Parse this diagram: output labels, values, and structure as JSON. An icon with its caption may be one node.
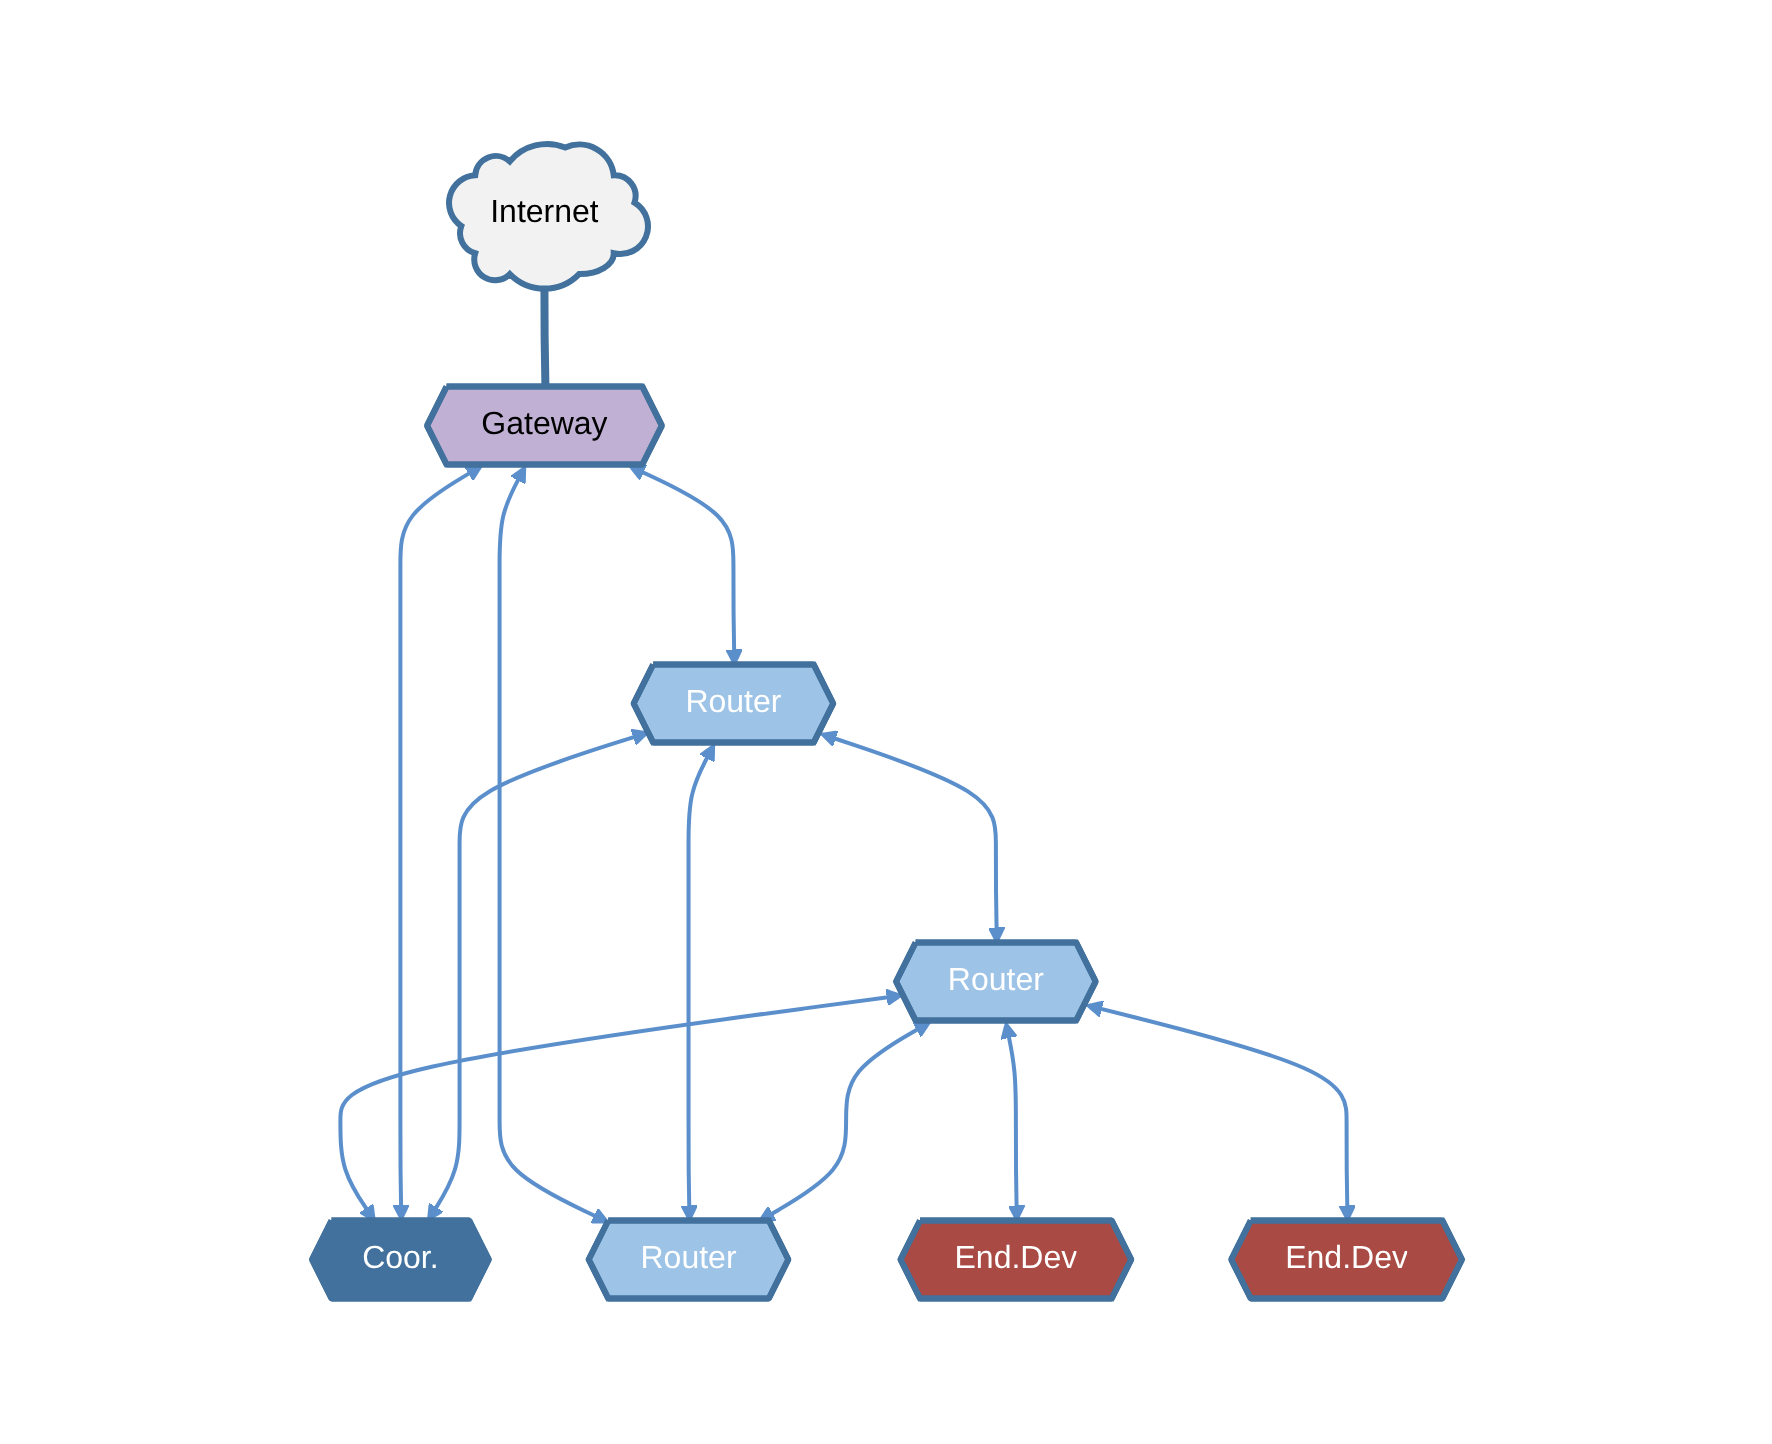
{
  "diagram": {
    "nodes": [
      {
        "text": [
          "Internet"
        ]
      },
      {
        "text": [
          "Coor."
        ]
      },
      {
        "text": [
          "Gateway"
        ]
      },
      {
        "text": [
          "Router"
        ]
      },
      {
        "text": [
          "Router"
        ]
      },
      {
        "text": [
          "Router"
        ]
      },
      {
        "text": [
          "End.Dev"
        ]
      },
      {
        "text": [
          "End.Dev"
        ]
      }
    ],
    "edges": [
      {
        "from": 0,
        "to": 2,
        "arrow": "none",
        "style": "thick",
        "color": "#41719c"
      },
      {
        "from": 1,
        "to": 2,
        "arrow": "both"
      },
      {
        "from": 1,
        "to": 3,
        "arrow": "both"
      },
      {
        "from": 2,
        "to": 3,
        "arrow": "both"
      },
      {
        "from": 2,
        "to": 5,
        "arrow": "both"
      },
      {
        "from": 4,
        "to": 1,
        "arrow": "both"
      },
      {
        "from": 3,
        "to": 4,
        "arrow": "both"
      },
      {
        "from": 3,
        "to": 5,
        "arrow": "both"
      },
      {
        "from": 4,
        "to": 5,
        "arrow": "both"
      },
      {
        "from": 4,
        "to": 6,
        "arrow": "both"
      },
      {
        "from": 4,
        "to": 7,
        "arrow": "both"
      }
    ]
  }
}
